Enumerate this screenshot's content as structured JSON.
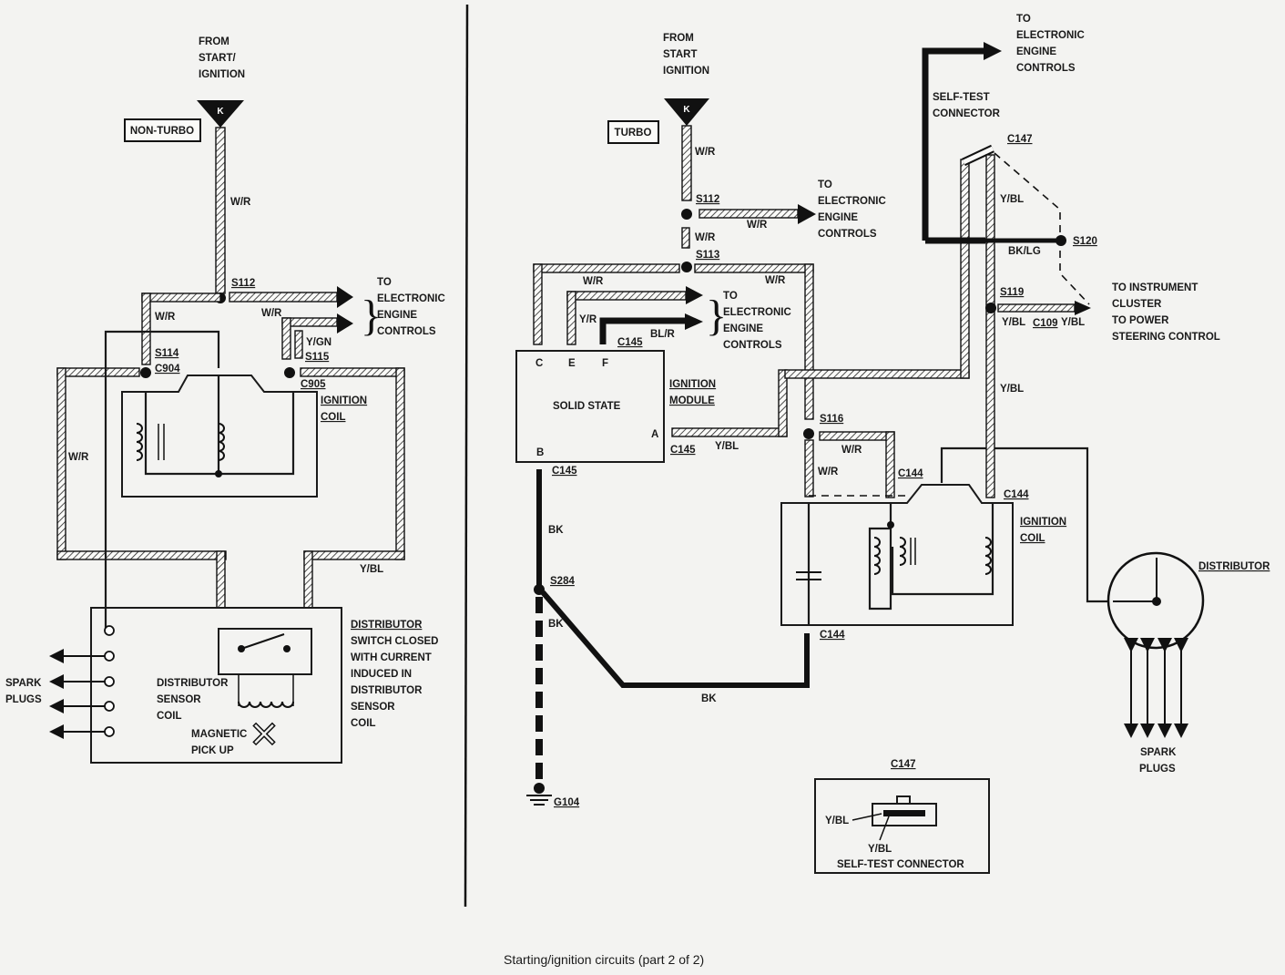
{
  "caption": "Starting/ignition circuits (part 2 of 2)",
  "left": {
    "badge": "NON-TURBO",
    "source_label": [
      "FROM",
      "START/",
      "IGNITION"
    ],
    "terminal": "K",
    "splices": {
      "s112": "S112",
      "s114": "S114",
      "s115": "S115"
    },
    "connectors": {
      "c904": "C904",
      "c905": "C905"
    },
    "wires": {
      "wr_main": "W/R",
      "wr_left": "W/R",
      "wr_branch": "W/R",
      "wr_side": "W/R",
      "ygn": "Y/GN",
      "ybl": "Y/BL"
    },
    "eec_label": [
      "TO",
      "ELECTRONIC",
      "ENGINE",
      "CONTROLS"
    ],
    "ignition_coil_label": [
      "IGNITION",
      "COIL"
    ],
    "distributor": {
      "title": "DISTRIBUTOR",
      "note": [
        "SWITCH CLOSED",
        "WITH CURRENT",
        "INDUCED IN",
        "DISTRIBUTOR",
        "SENSOR",
        "COIL"
      ],
      "sensor_label": [
        "DISTRIBUTOR",
        "SENSOR",
        "COIL"
      ],
      "pickup_label": [
        "MAGNETIC",
        "PICK UP"
      ]
    },
    "spark_plugs": [
      "SPARK",
      "PLUGS"
    ]
  },
  "right": {
    "badge": "TURBO",
    "source_label": [
      "FROM",
      "START",
      "IGNITION"
    ],
    "terminal": "K",
    "splices": {
      "s112": "S112",
      "s113": "S113",
      "s116": "S116",
      "s119": "S119",
      "s120": "S120",
      "s284": "S284"
    },
    "connectors": {
      "c145_top": "C145",
      "c145_a": "C145",
      "c145_b": "C145",
      "c144_l": "C144",
      "c144_r": "C144",
      "c144_bot": "C144",
      "c147": "C147",
      "c109": "C109",
      "g104": "G104"
    },
    "wires": {
      "wr_1": "W/R",
      "wr_2": "W/R",
      "wr_3": "W/R",
      "wr_4": "W/R",
      "wr_5": "W/R",
      "wr_6": "W/R",
      "wr_7": "W/R",
      "yr": "Y/R",
      "blr": "BL/R",
      "ybl_a": "Y/BL",
      "ybl_1": "Y/BL",
      "ybl_2": "Y/BL",
      "ybl_3": "Y/BL",
      "ybl_4": "Y/BL",
      "bklg": "BK/LG",
      "bk_1": "BK",
      "bk_2": "BK",
      "bk_3": "BK"
    },
    "eec_label_1": [
      "TO",
      "ELECTRONIC",
      "ENGINE",
      "CONTROLS"
    ],
    "eec_label_2": [
      "TO",
      "ELECTRONIC",
      "ENGINE",
      "CONTROLS"
    ],
    "eec_label_3": [
      "TO",
      "ELECTRONIC",
      "ENGINE",
      "CONTROLS"
    ],
    "self_test_label": [
      "SELF-TEST",
      "CONNECTOR"
    ],
    "instrument_label": [
      "TO INSTRUMENT",
      "CLUSTER",
      "TO POWER",
      "STEERING CONTROL"
    ],
    "module": {
      "name": "SOLID STATE",
      "pins": [
        "C",
        "E",
        "F",
        "A",
        "B"
      ],
      "label": [
        "IGNITION",
        "MODULE"
      ]
    },
    "ignition_coil_label": [
      "IGNITION",
      "COIL"
    ],
    "distributor_label": "DISTRIBUTOR",
    "spark_plugs": [
      "SPARK",
      "PLUGS"
    ],
    "c147_inset": {
      "title": "C147",
      "wire_1": "Y/BL",
      "wire_2": "Y/BL",
      "caption": "SELF-TEST CONNECTOR"
    }
  }
}
